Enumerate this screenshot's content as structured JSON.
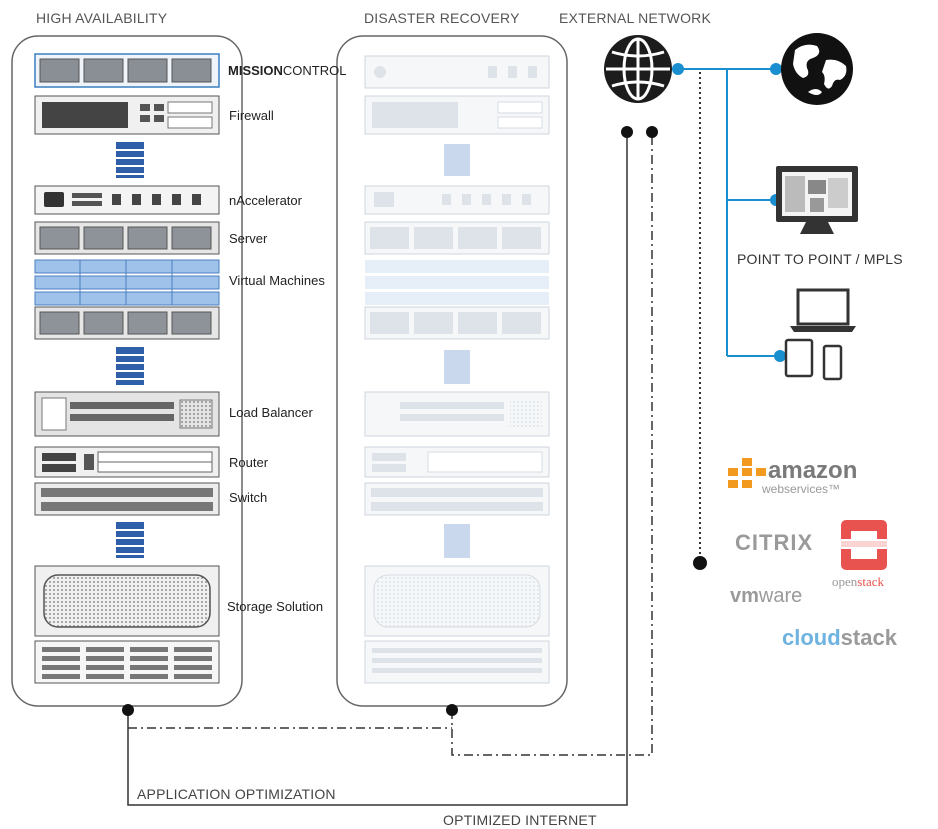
{
  "headers": {
    "high_availability": "HIGH AVAILABILITY",
    "disaster_recovery": "DISASTER RECOVERY",
    "external_network": "EXTERNAL NETWORK"
  },
  "rack_labels": {
    "mission_bold": "MISSION",
    "mission_rest": "CONTROL",
    "firewall": "Firewall",
    "naccelerator": "nAccelerator",
    "server": "Server",
    "virtual_machines": "Virtual Machines",
    "load_balancer": "Load Balancer",
    "router": "Router",
    "switch": "Switch",
    "storage_solution": "Storage Solution"
  },
  "network_labels": {
    "point_to_point": "POINT TO POINT / MPLS",
    "application_optimization": "APPLICATION OPTIMIZATION",
    "optimized_internet": "OPTIMIZED INTERNET"
  },
  "cloud_logos": {
    "amazon_main": "amazon",
    "amazon_sub": "webservices™",
    "citrix": "CITRIX",
    "vmware_vm": "vm",
    "vmware_ware": "ware",
    "openstack_open": "open",
    "openstack_stack": "stack",
    "cloudstack_cloud": "cloud",
    "cloudstack_stack": "stack"
  },
  "colors": {
    "accent_blue": "#1a8fd0",
    "rack_outline": "#555555",
    "dr_faded": "#cfd6dd",
    "amazon_orange": "#f29a1f",
    "openstack_red": "#e8524f",
    "cloudstack_blue": "#6fb3e0"
  }
}
